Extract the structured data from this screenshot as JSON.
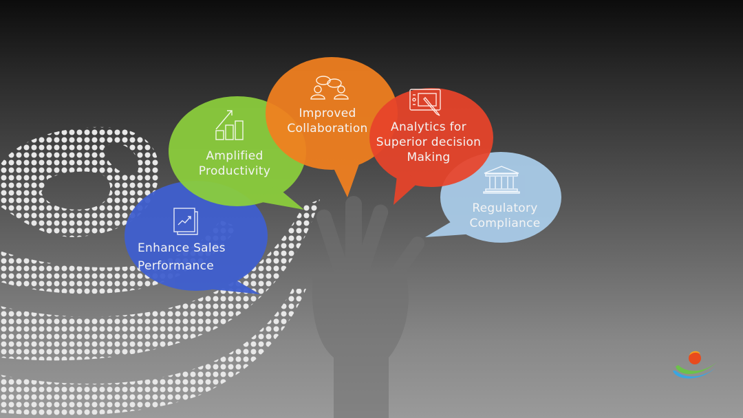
{
  "slide": {
    "background": {
      "top": "#0c0c0c",
      "bottom": "#9a9a9a"
    },
    "decorations": [
      "dotted-swirl",
      "hand-silhouette",
      "logo"
    ]
  },
  "bubbles": [
    {
      "id": "sales",
      "line1": "Enhance Sales",
      "line2": "Performance",
      "icon": "document-trend-icon",
      "color": "#3f5fcf"
    },
    {
      "id": "productivity",
      "line1": "Amplified",
      "line2": "Productivity",
      "icon": "bar-growth-icon",
      "color": "#8ccf3c"
    },
    {
      "id": "collaboration",
      "line1": "Improved",
      "line2": "Collaboration",
      "icon": "people-chat-icon",
      "color": "#f2801f"
    },
    {
      "id": "analytics",
      "line1": "Analytics for",
      "line2": "Superior decision",
      "line3": "Making",
      "icon": "tablet-pen-icon",
      "color": "#e8442a"
    },
    {
      "id": "regulatory",
      "line1": "Regulatory",
      "line2": "Compliance",
      "icon": "bank-building-icon",
      "color": "#a9cbe8"
    }
  ],
  "logo": {
    "colors": [
      "#f26b1d",
      "#6cc24a",
      "#3aa6e0"
    ]
  }
}
